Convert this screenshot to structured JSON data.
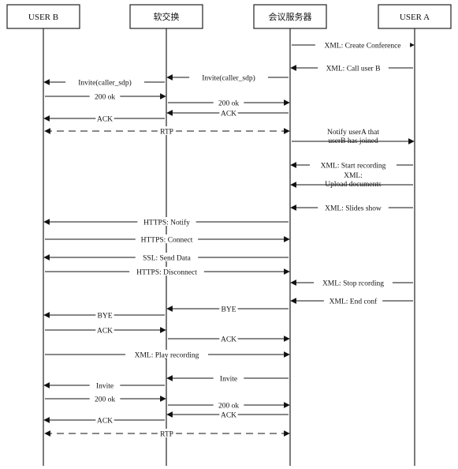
{
  "participants": [
    {
      "id": "userb",
      "label": "USER B"
    },
    {
      "id": "softswitch",
      "label": "软交换"
    },
    {
      "id": "server",
      "label": "会议服务器"
    },
    {
      "id": "usera",
      "label": "USER A"
    }
  ],
  "messages": [
    {
      "id": "m01",
      "from": "server",
      "to": "usera",
      "label": "XML: Create Conference",
      "style": "solid"
    },
    {
      "id": "m02",
      "from": "usera",
      "to": "server",
      "label": "XML: Call user B",
      "style": "solid"
    },
    {
      "id": "m03",
      "from": "server",
      "to": "softswitch",
      "label": "Invite(caller_sdp)",
      "style": "solid"
    },
    {
      "id": "m04",
      "from": "softswitch",
      "to": "userb",
      "label": "Invite(caller_sdp)",
      "style": "solid"
    },
    {
      "id": "m05",
      "from": "userb",
      "to": "softswitch",
      "label": "200 ok",
      "style": "solid"
    },
    {
      "id": "m06",
      "from": "softswitch",
      "to": "server",
      "label": "200 ok",
      "style": "solid"
    },
    {
      "id": "m07",
      "from": "server",
      "to": "softswitch",
      "label": "ACK",
      "style": "solid"
    },
    {
      "id": "m08",
      "from": "softswitch",
      "to": "userb",
      "label": "ACK",
      "style": "solid"
    },
    {
      "id": "m09",
      "from": "userb",
      "to": "server",
      "label": "RTP",
      "style": "dashed",
      "bidirectional": true
    },
    {
      "id": "m10",
      "from": "server",
      "to": "usera",
      "label": "Notify userA that userB has joined",
      "style": "solid"
    },
    {
      "id": "m11",
      "from": "usera",
      "to": "server",
      "label": "XML: Start recording",
      "style": "solid"
    },
    {
      "id": "m12",
      "from": "usera",
      "to": "server",
      "label": "XML: Upload documents",
      "style": "solid"
    },
    {
      "id": "m13",
      "from": "usera",
      "to": "server",
      "label": "XML: Slides show",
      "style": "solid"
    },
    {
      "id": "m14",
      "from": "server",
      "to": "userb",
      "label": "HTTPS: Notify",
      "style": "solid"
    },
    {
      "id": "m15",
      "from": "userb",
      "to": "server",
      "label": "HTTPS: Connect",
      "style": "solid"
    },
    {
      "id": "m16",
      "from": "server",
      "to": "userb",
      "label": "SSL: Send Data",
      "style": "solid"
    },
    {
      "id": "m17",
      "from": "userb",
      "to": "server",
      "label": "HTTPS: Disconnect",
      "style": "solid"
    },
    {
      "id": "m18",
      "from": "usera",
      "to": "server",
      "label": "XML: Stop rcording",
      "style": "solid"
    },
    {
      "id": "m19",
      "from": "usera",
      "to": "server",
      "label": "XML: End conf",
      "style": "solid"
    },
    {
      "id": "m20",
      "from": "server",
      "to": "softswitch",
      "label": "BYE",
      "style": "solid"
    },
    {
      "id": "m21",
      "from": "softswitch",
      "to": "userb",
      "label": "BYE",
      "style": "solid"
    },
    {
      "id": "m22",
      "from": "userb",
      "to": "softswitch",
      "label": "ACK",
      "style": "solid"
    },
    {
      "id": "m23",
      "from": "softswitch",
      "to": "server",
      "label": "ACK",
      "style": "solid"
    },
    {
      "id": "m24",
      "from": "userb",
      "to": "server",
      "label": "XML: Play recording",
      "style": "solid"
    },
    {
      "id": "m25",
      "from": "server",
      "to": "softswitch",
      "label": "Invite",
      "style": "solid"
    },
    {
      "id": "m26",
      "from": "softswitch",
      "to": "userb",
      "label": "Invite",
      "style": "solid"
    },
    {
      "id": "m27",
      "from": "userb",
      "to": "softswitch",
      "label": "200 ok",
      "style": "solid"
    },
    {
      "id": "m28",
      "from": "softswitch",
      "to": "server",
      "label": "200 ok",
      "style": "solid"
    },
    {
      "id": "m29",
      "from": "server",
      "to": "softswitch",
      "label": "ACK",
      "style": "solid"
    },
    {
      "id": "m30",
      "from": "softswitch",
      "to": "userb",
      "label": "ACK",
      "style": "solid"
    },
    {
      "id": "m31",
      "from": "userb",
      "to": "server",
      "label": "RTP",
      "style": "dashed",
      "bidirectional": true
    }
  ]
}
